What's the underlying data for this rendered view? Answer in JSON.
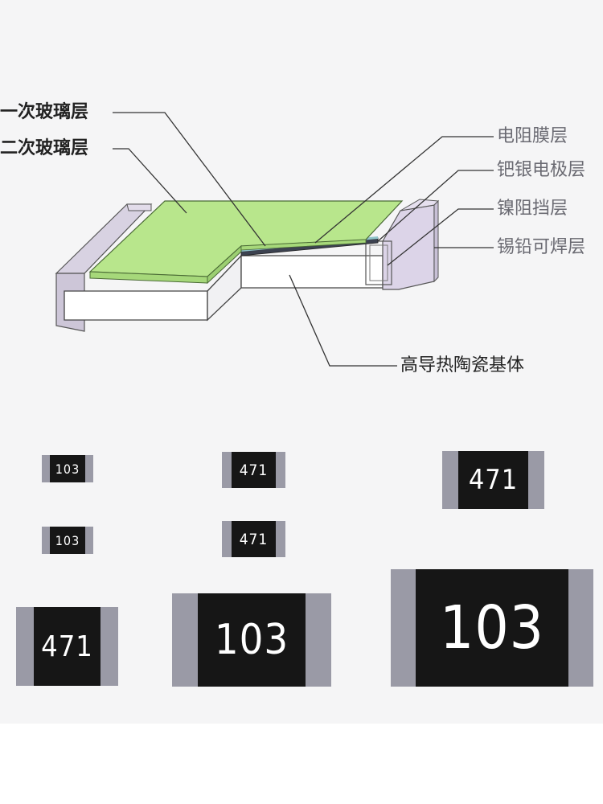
{
  "labels": {
    "glass_layer_1": "一次玻璃层",
    "glass_layer_2": "二次玻璃层",
    "resistor_film": "电阻膜层",
    "ag_pd_electrode": "钯银电极层",
    "ni_barrier": "镍阻挡层",
    "sn_pb_solder": "锡铅可焊层",
    "ceramic_substrate": "高导热陶瓷基体"
  },
  "chips": [
    {
      "marking": "103"
    },
    {
      "marking": "471"
    },
    {
      "marking": "471"
    },
    {
      "marking": "103"
    },
    {
      "marking": "471"
    },
    {
      "marking": "471"
    },
    {
      "marking": "103"
    },
    {
      "marking": "103"
    }
  ],
  "colors": {
    "glass_green": "#b9e88d",
    "substrate_white": "#ffffff",
    "terminal_lilac": "#dcd4e8",
    "chip_body": "#161616",
    "chip_terminal": "#9a9aa6"
  }
}
